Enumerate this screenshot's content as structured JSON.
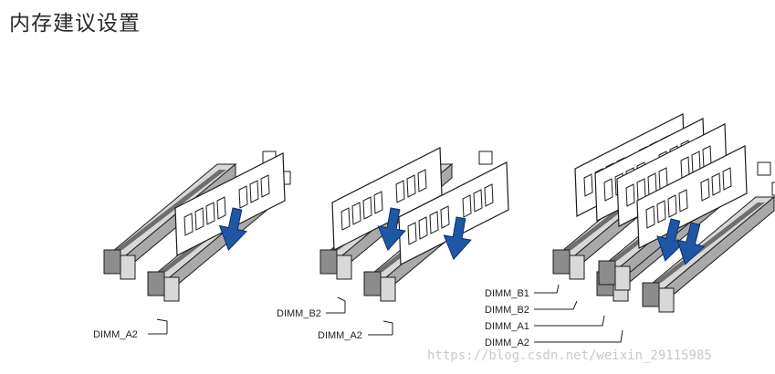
{
  "page_title": "内存建议设置",
  "configs": [
    {
      "labels": [
        "DIMM_A2"
      ]
    },
    {
      "labels": [
        "DIMM_B2",
        "DIMM_A2"
      ]
    },
    {
      "labels": [
        "DIMM_B1",
        "DIMM_B2",
        "DIMM_A1",
        "DIMM_A2"
      ]
    }
  ],
  "watermark": "https://blog.csdn.net/weixin_29115985",
  "colors": {
    "slot_gray": "#d8d8d8",
    "slot_dark": "#6f6f6f",
    "latch_dark": "#8c8c8c",
    "module_fill": "#ffffff",
    "stroke": "#1c1c1c",
    "arrow_blue": "#1f57a5"
  }
}
